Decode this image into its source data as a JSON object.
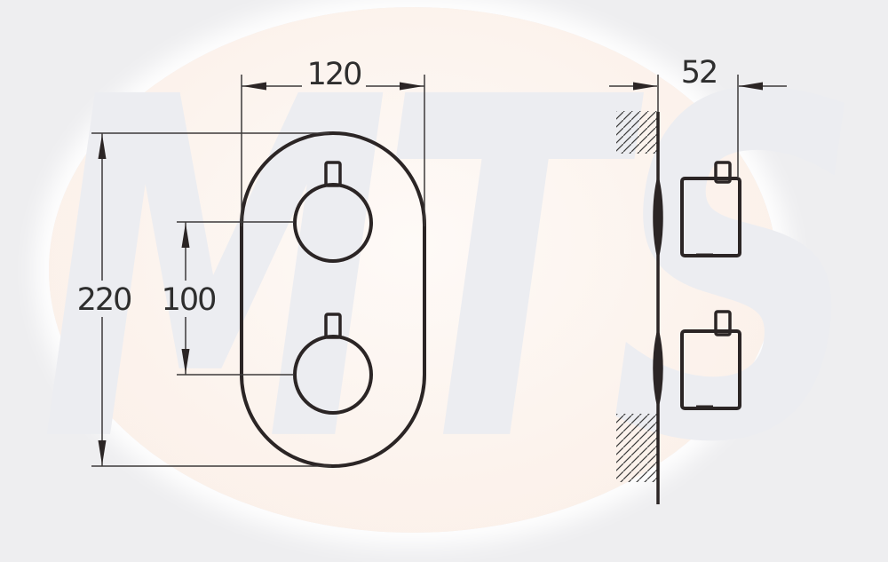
{
  "watermark": {
    "text": "MTS",
    "color": "#ecedf1"
  },
  "background": {
    "page_color": "#eeeef0",
    "ellipse_color": "#faeee6"
  },
  "drawing_style": {
    "outline_color": "#2b2525",
    "dimension_line_color": "#3d3a3a",
    "label_color": "#2e2e2e"
  },
  "dimensions": {
    "plate_width": "120",
    "plate_height": "220",
    "handle_spacing": "100",
    "depth": "52"
  }
}
